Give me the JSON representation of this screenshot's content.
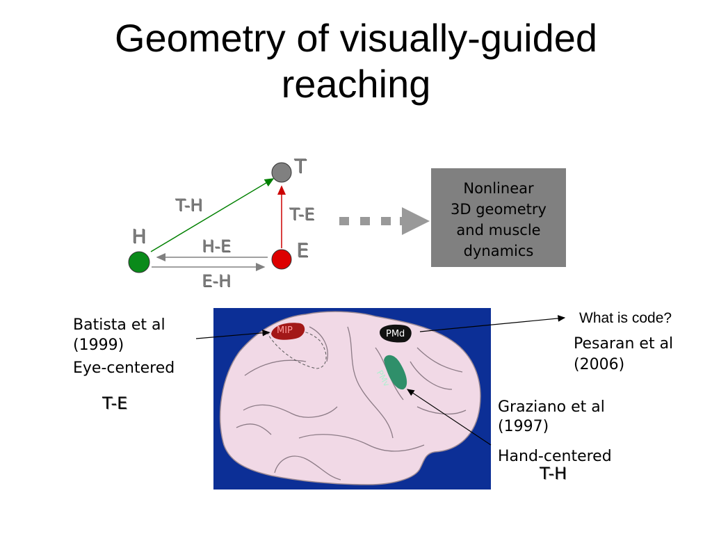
{
  "title": [
    "Geometry of visually-guided",
    "reaching"
  ],
  "diagram": {
    "node_T": "T",
    "node_H": "H",
    "node_E": "E",
    "edge_TH": "T-H",
    "edge_TE": "T-E",
    "edge_HE": "H-E",
    "edge_EH": "E-H",
    "colors": {
      "T": "#808080",
      "H": "#008000",
      "E": "#cc0000"
    },
    "box_lines": [
      "Nonlinear",
      "3D geometry",
      "and muscle",
      "dynamics"
    ]
  },
  "brain": {
    "MIP": "MIP",
    "PMd": "PMd",
    "PMv": "PMv"
  },
  "annotations": {
    "batista": [
      "Batista et al",
      "(1999)",
      "Eye-centered"
    ],
    "batista_frame": "T-E",
    "question": "What is code?",
    "pesaran": [
      "Pesaran et al",
      "(2006)"
    ],
    "graziano": [
      "Graziano et al",
      "(1997)",
      "Hand-centered"
    ],
    "graziano_frame": "T-H"
  }
}
